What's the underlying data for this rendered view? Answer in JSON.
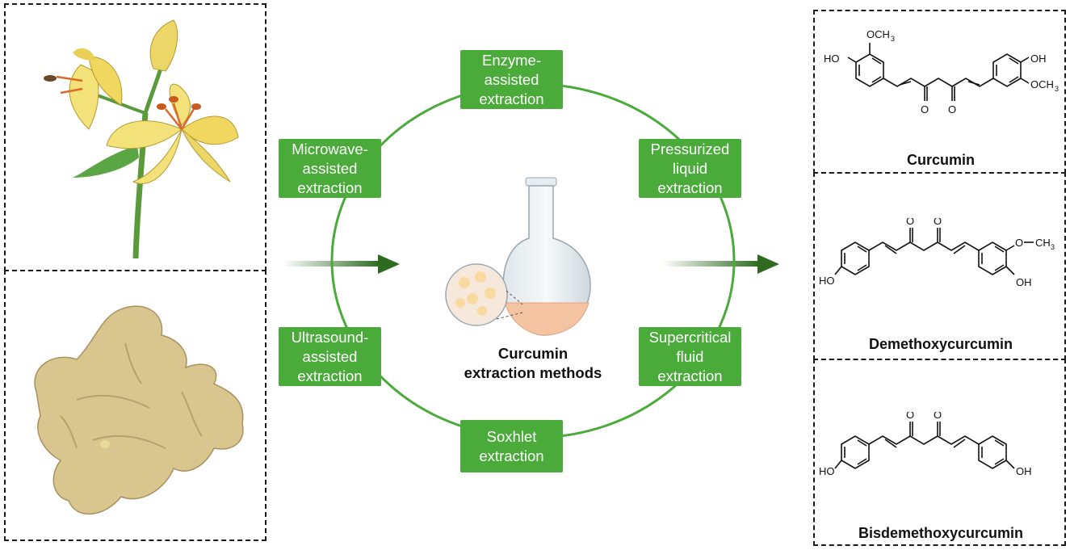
{
  "center": {
    "title": "Curcumin\nextraction methods"
  },
  "methods": [
    {
      "label": "Enzyme-\nassisted\nextraction"
    },
    {
      "label": "Microwave-\nassisted\nextraction"
    },
    {
      "label": "Pressurized\nliquid\nextraction"
    },
    {
      "label": "Ultrasound-\nassisted\nextraction"
    },
    {
      "label": "Supercritical\nfluid\nextraction"
    },
    {
      "label": "Soxhlet\nextraction"
    }
  ],
  "compounds": [
    {
      "name": "Curcumin"
    },
    {
      "name": "Demethoxycurcumin"
    },
    {
      "name": "Bisdemethoxycurcumin"
    }
  ],
  "chem_labels": {
    "ho": "HO",
    "oh": "OH",
    "och3": "OCH",
    "sub3": "3",
    "ch3": "CH",
    "o": "O"
  },
  "colors": {
    "method_fill": "#4aaa3a",
    "ring": "#4aaa3a",
    "arrow": "#2e6b21",
    "lily": "#f3e27a",
    "ginger": "#d9c58e"
  }
}
